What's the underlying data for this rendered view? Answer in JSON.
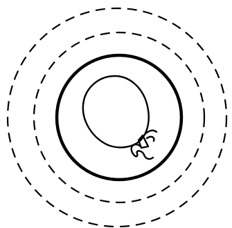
{
  "figure": {
    "ring_style": {
      "outer_dashed": "dashed",
      "inner_dashed": "dashed",
      "boundary": "solid"
    },
    "center_object": "balloon-icon",
    "colors": {
      "stroke": "#000000",
      "background": "#ffffff"
    }
  }
}
